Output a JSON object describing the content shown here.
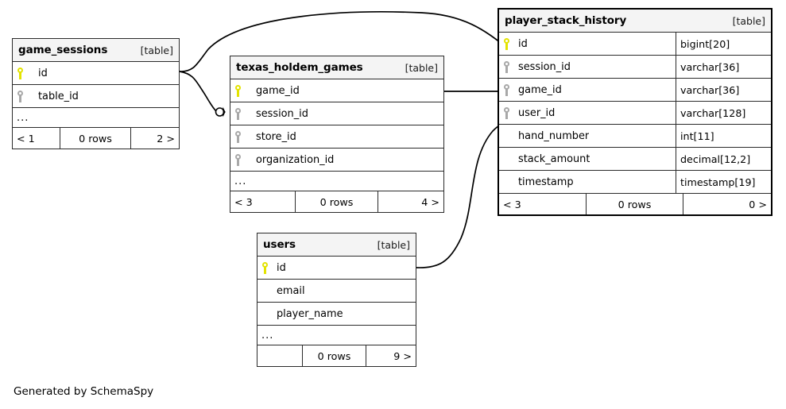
{
  "diagram": {
    "kind": "database-schema-relationships",
    "caption": "Generated by SchemaSpy",
    "table_tag": "[table]",
    "colors": {
      "primary_key": "#e3e300",
      "foreign_key": "#a8a8a8",
      "header_bg": "#f4f4f4",
      "border": "#2b2b2b",
      "background": "#ffffff"
    }
  },
  "tables": {
    "game_sessions": {
      "name": "game_sessions",
      "tag": "[table]",
      "columns": [
        {
          "key": "primary",
          "name": "id"
        },
        {
          "key": "foreign",
          "name": "table_id"
        }
      ],
      "ellipsis": "...",
      "footer": {
        "left": "< 1",
        "center": "0 rows",
        "right": "2 >"
      }
    },
    "texas_holdem_games": {
      "name": "texas_holdem_games",
      "tag": "[table]",
      "columns": [
        {
          "key": "primary",
          "name": "game_id"
        },
        {
          "key": "foreign",
          "name": "session_id"
        },
        {
          "key": "foreign",
          "name": "store_id"
        },
        {
          "key": "foreign",
          "name": "organization_id"
        }
      ],
      "ellipsis": "...",
      "footer": {
        "left": "< 3",
        "center": "0 rows",
        "right": "4 >"
      }
    },
    "users": {
      "name": "users",
      "tag": "[table]",
      "columns": [
        {
          "key": "primary",
          "name": "id"
        },
        {
          "key": "none",
          "name": "email"
        },
        {
          "key": "none",
          "name": "player_name"
        }
      ],
      "ellipsis": "...",
      "footer": {
        "left": "",
        "center": "0 rows",
        "right": "9 >"
      }
    },
    "player_stack_history": {
      "name": "player_stack_history",
      "tag": "[table]",
      "columns": [
        {
          "key": "primary",
          "name": "id",
          "type": "bigint[20]"
        },
        {
          "key": "foreign",
          "name": "session_id",
          "type": "varchar[36]"
        },
        {
          "key": "foreign",
          "name": "game_id",
          "type": "varchar[36]"
        },
        {
          "key": "foreign",
          "name": "user_id",
          "type": "varchar[128]"
        },
        {
          "key": "none",
          "name": "hand_number",
          "type": "int[11]"
        },
        {
          "key": "none",
          "name": "stack_amount",
          "type": "decimal[12,2]"
        },
        {
          "key": "none",
          "name": "timestamp",
          "type": "timestamp[19]"
        }
      ],
      "footer": {
        "left": "< 3",
        "center": "0 rows",
        "right": "0 >"
      }
    }
  },
  "relationships": [
    {
      "name": "game_sessions-id-to-player_stack_history-session_id",
      "from": "game_sessions.id",
      "to": "player_stack_history.session_id"
    },
    {
      "name": "game_sessions-id-to-texas_holdem_games-session_id",
      "from": "game_sessions.id",
      "to": "texas_holdem_games.session_id"
    },
    {
      "name": "texas_holdem_games-game_id-to-player_stack_history-game_id",
      "from": "texas_holdem_games.game_id",
      "to": "player_stack_history.game_id"
    },
    {
      "name": "users-id-to-player_stack_history-user_id",
      "from": "users.id",
      "to": "player_stack_history.user_id"
    }
  ]
}
